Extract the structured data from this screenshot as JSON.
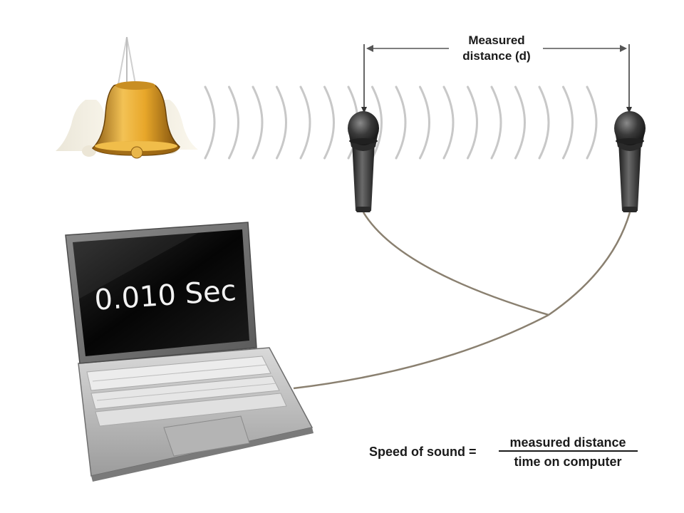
{
  "distance_label": {
    "line1": "Measured",
    "line2": "distance (d)"
  },
  "laptop": {
    "screen_readout": "0.010 Sec"
  },
  "formula": {
    "lhs": "Speed of sound =",
    "numerator": "measured distance",
    "denominator": "time on computer"
  },
  "colors": {
    "bell_gold": "#e8a72a",
    "wave_gray": "#c8c8c8",
    "cable": "#8a8070",
    "mic_dark": "#2e2e2e"
  },
  "icons": [
    "bell-icon",
    "microphone-icon",
    "laptop-icon"
  ]
}
